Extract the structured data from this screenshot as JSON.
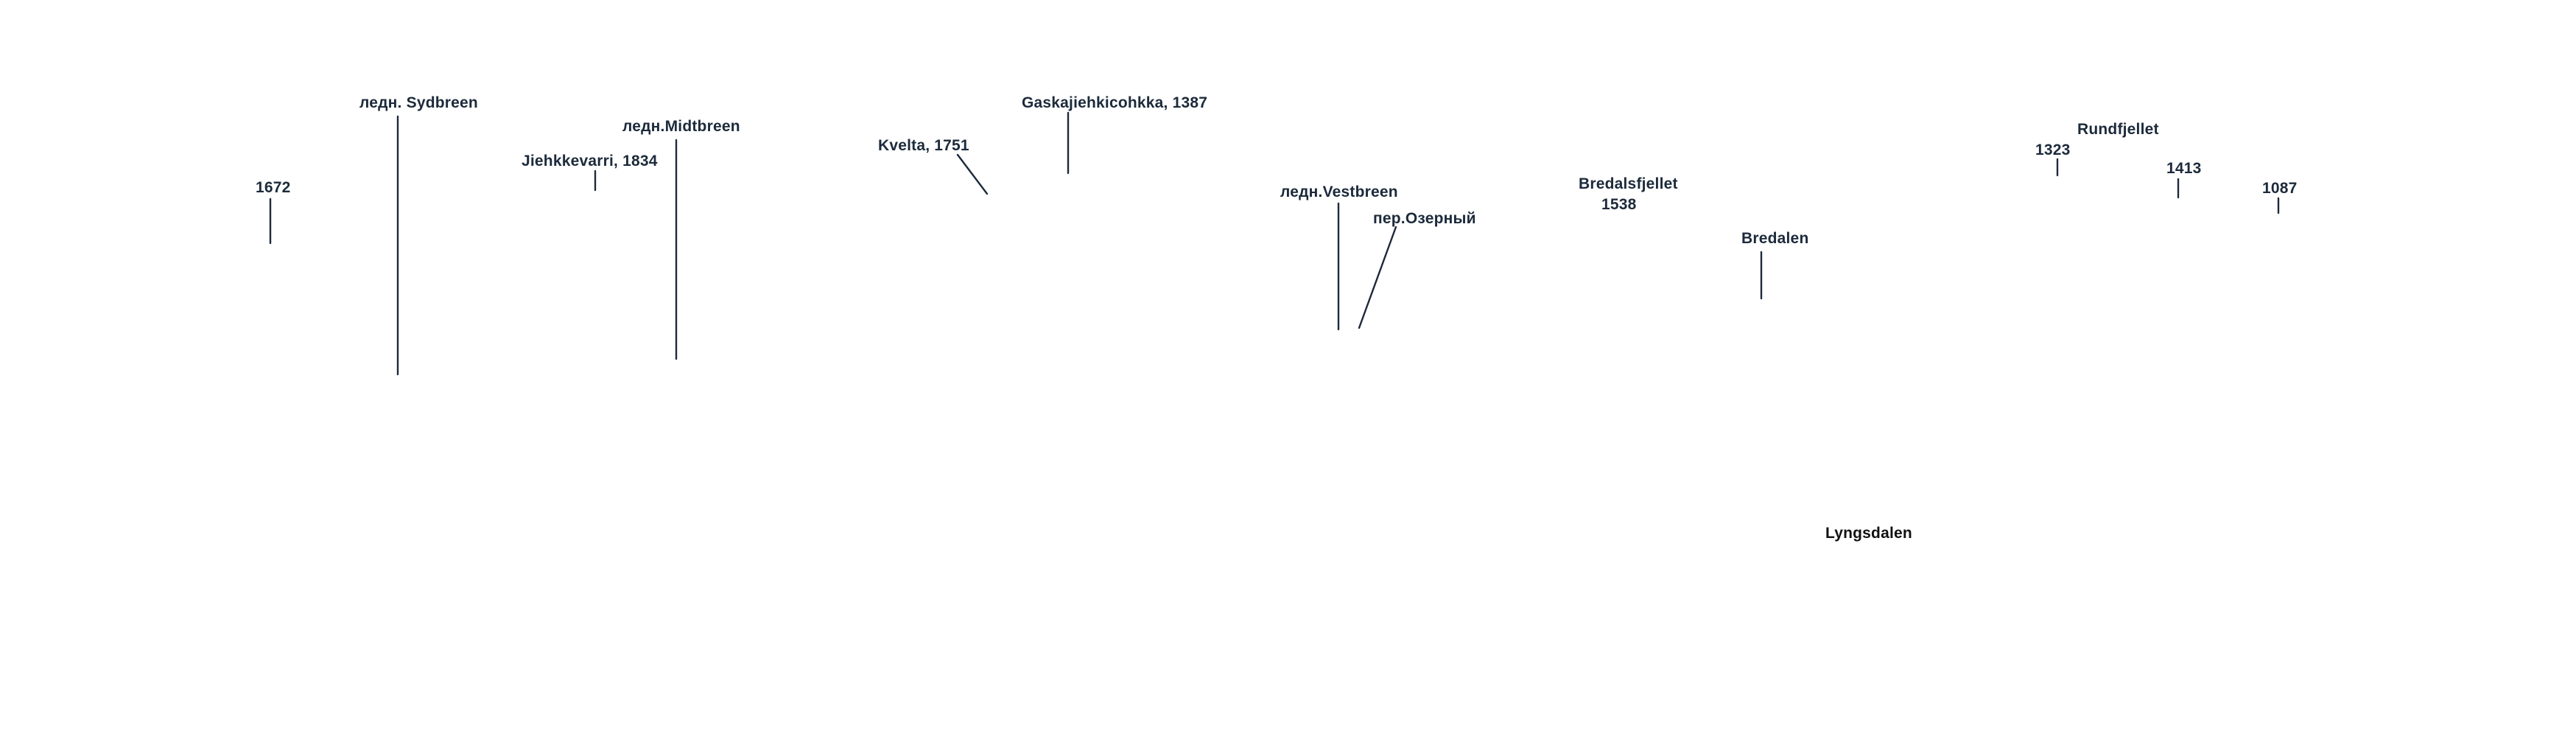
{
  "colors": {
    "label_text": "#1c2a3b",
    "leader_line": "#1c2a3b",
    "background": "#ffffff"
  },
  "labels": {
    "sydbreen": "ледн. Sydbreen",
    "midtbreen": "ледн.Midtbreen",
    "jiehkkevarri": "Jiehkkevarri, 1834",
    "peak_1672": "1672",
    "kvelta": "Kvelta, 1751",
    "gaskajiehkicohkka": "Gaskajiehkicohkka, 1387",
    "vestbreen": "ледн.Vestbreen",
    "ozerny": "пер.Озерный",
    "bredalsfjellet": "Bredalsfjellet",
    "peak_1538": "1538",
    "bredalen": "Bredalen",
    "rundfjellet": "Rundfjellet",
    "peak_1323": "1323",
    "peak_1413": "1413",
    "peak_1087": "1087",
    "lyngsdalen": "Lyngsdalen"
  }
}
